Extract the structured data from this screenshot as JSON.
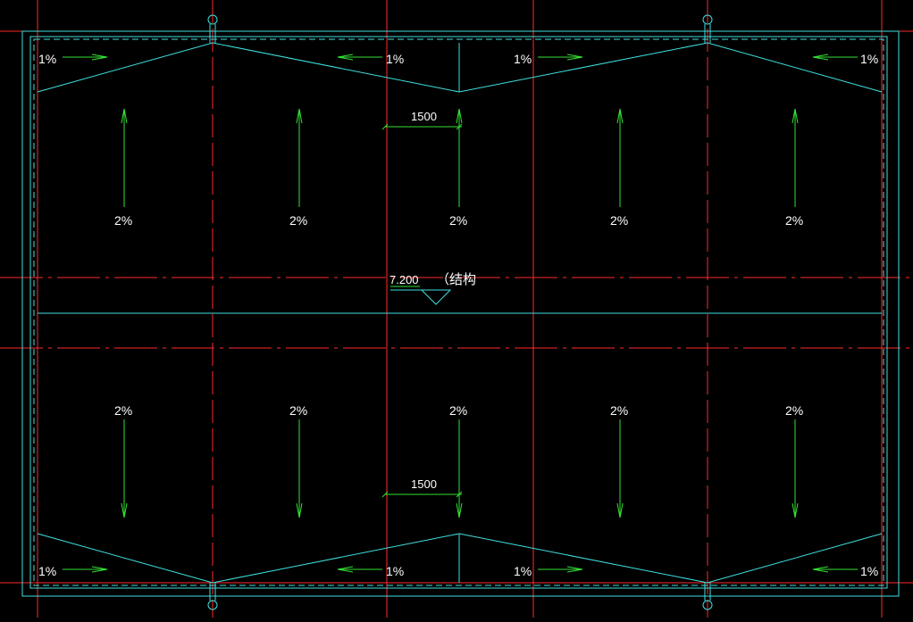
{
  "colors": {
    "background": "#000000",
    "axis": "#ff2a2a",
    "outline": "#3fe0e0",
    "arrow": "#33e033",
    "text": "#ffffff"
  },
  "labels": {
    "slope_gutter": "1%",
    "slope_roof": "2%",
    "dimension": "1500",
    "elevation": "7.200",
    "elevation_note": "（结构"
  }
}
